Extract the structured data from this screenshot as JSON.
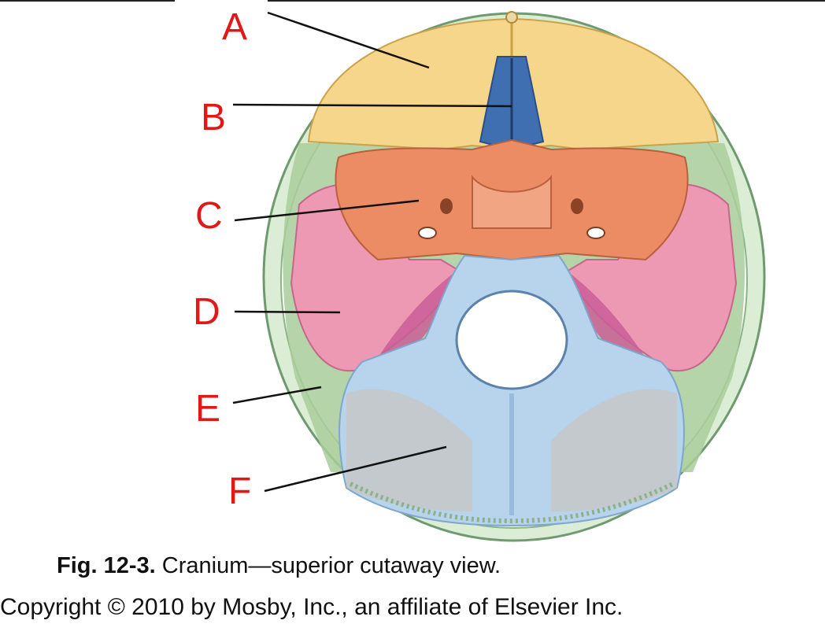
{
  "labels": [
    {
      "id": "A",
      "text": "A"
    },
    {
      "id": "B",
      "text": "B"
    },
    {
      "id": "C",
      "text": "C"
    },
    {
      "id": "D",
      "text": "D"
    },
    {
      "id": "E",
      "text": "E"
    },
    {
      "id": "F",
      "text": "F"
    }
  ],
  "caption": {
    "figure_number": "Fig. 12-3.",
    "text": "Cranium—superior cutaway view."
  },
  "copyright": "Copyright © 2010 by Mosby, Inc., an affiliate of Elsevier Inc.",
  "colors": {
    "frontal": "#f5d68a",
    "ethmoid": "#3f6fb0",
    "sphenoid": "#ec8c64",
    "temporal": "#ee99b4",
    "parietal": "#a9cc9a",
    "occipital": "#b8d3ec",
    "label_ink": "#e01818",
    "leader_line": "#111111"
  }
}
